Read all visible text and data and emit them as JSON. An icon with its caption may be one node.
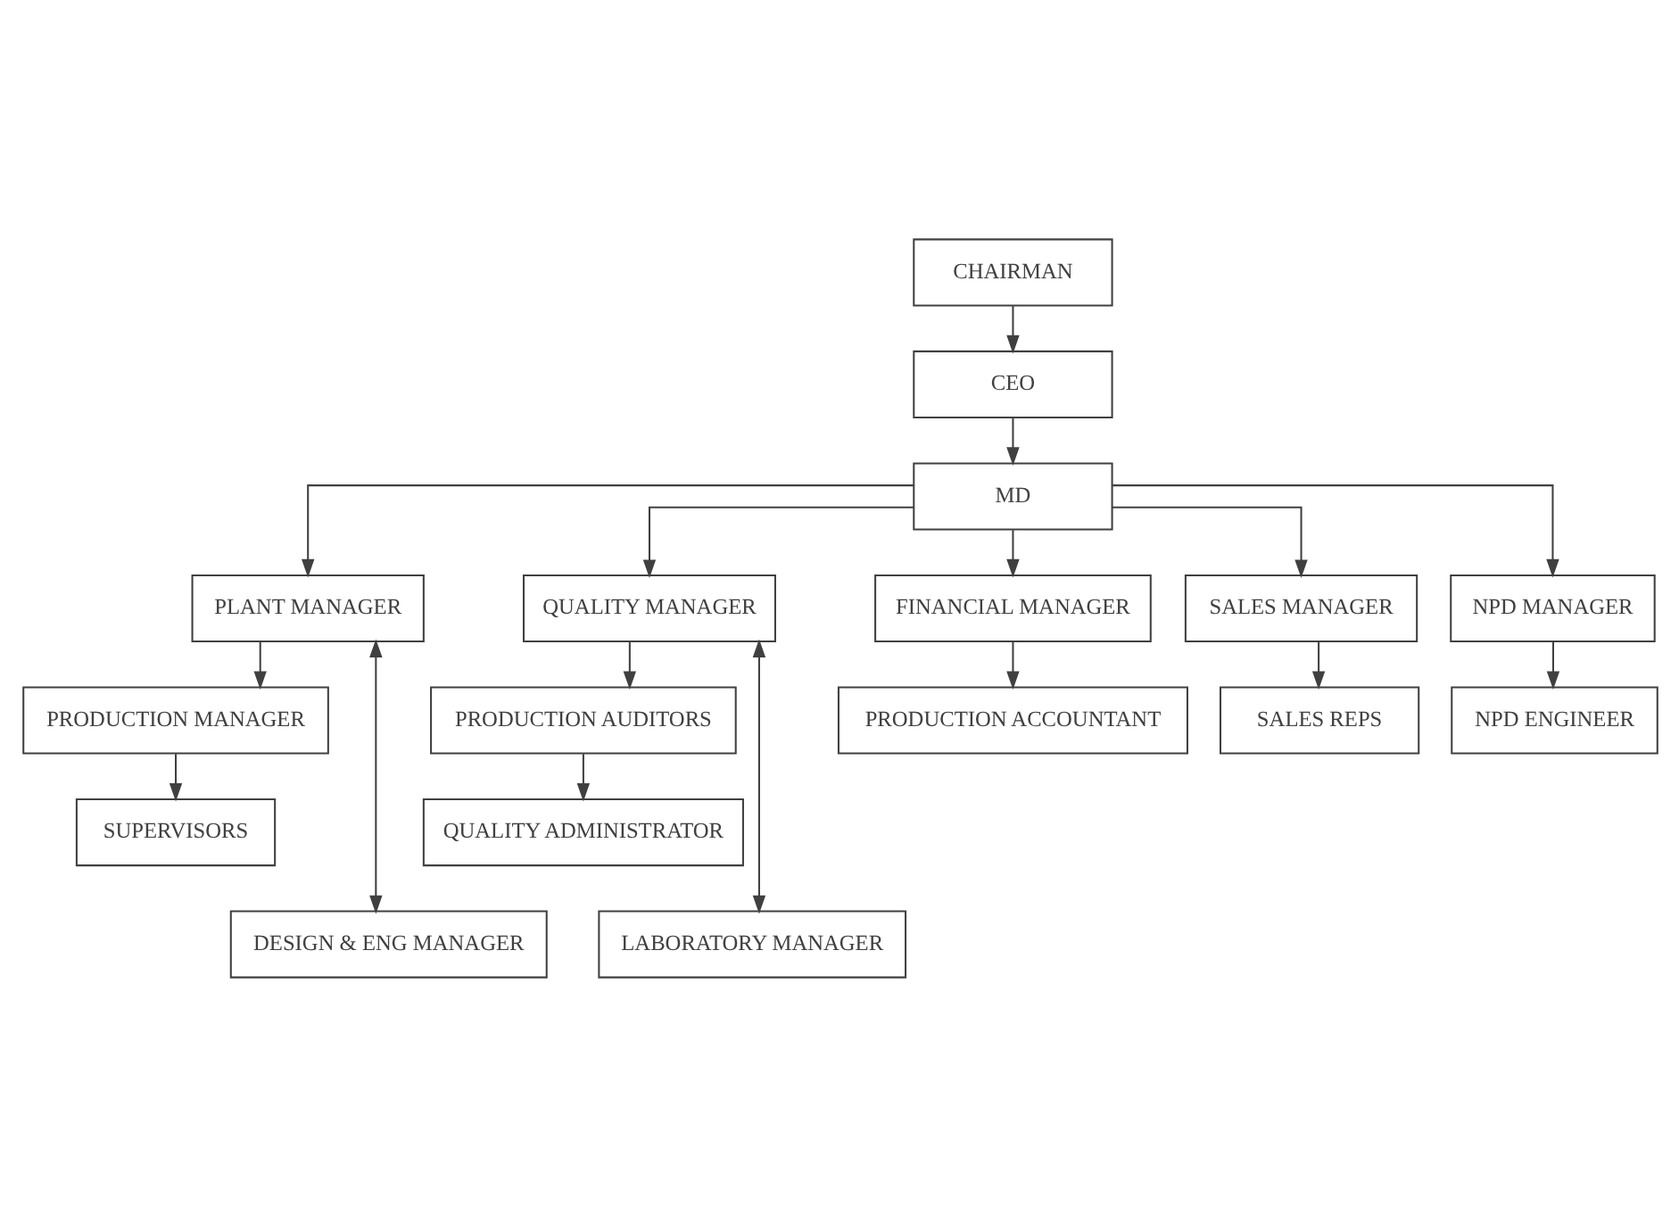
{
  "diagram": {
    "nodes": [
      {
        "text": [
          "CHAIRMAN"
        ]
      },
      {
        "text": [
          "CEO"
        ]
      },
      {
        "text": [
          "MD"
        ]
      },
      {
        "text": [
          "PLANT MANAGER"
        ]
      },
      {
        "text": [
          "QUALITY MANAGER"
        ]
      },
      {
        "text": [
          "FINANCIAL MANAGER"
        ]
      },
      {
        "text": [
          "SALES MANAGER"
        ]
      },
      {
        "text": [
          "NPD MANAGER"
        ]
      },
      {
        "text": [
          "PRODUCTION MANAGER"
        ]
      },
      {
        "text": [
          "PRODUCTION AUDITORS"
        ]
      },
      {
        "text": [
          "PRODUCTION ACCOUNTANT"
        ]
      },
      {
        "text": [
          "SALES REPS"
        ]
      },
      {
        "text": [
          "NPD ENGINEER"
        ]
      },
      {
        "text": [
          "SUPERVISORS"
        ]
      },
      {
        "text": [
          "QUALITY ADMINISTRATOR"
        ]
      },
      {
        "text": [
          "DESIGN & ENG MANAGER"
        ]
      },
      {
        "text": [
          "LABORATORY MANAGER"
        ]
      }
    ],
    "edges": [
      {
        "from": 0,
        "to": 1,
        "arrow": "to"
      },
      {
        "from": 1,
        "to": 2,
        "arrow": "to"
      },
      {
        "from": 2,
        "to": 3,
        "arrow": "to"
      },
      {
        "from": 2,
        "to": 4,
        "arrow": "to"
      },
      {
        "from": 2,
        "to": 5,
        "arrow": "to"
      },
      {
        "from": 2,
        "to": 6,
        "arrow": "to"
      },
      {
        "from": 2,
        "to": 7,
        "arrow": "to"
      },
      {
        "from": 3,
        "to": 8,
        "arrow": "to"
      },
      {
        "from": 4,
        "to": 9,
        "arrow": "to"
      },
      {
        "from": 5,
        "to": 10,
        "arrow": "to"
      },
      {
        "from": 6,
        "to": 11,
        "arrow": "to"
      },
      {
        "from": 7,
        "to": 12,
        "arrow": "to"
      },
      {
        "from": 8,
        "to": 13,
        "arrow": "to"
      },
      {
        "from": 9,
        "to": 14,
        "arrow": "to"
      },
      {
        "from": 3,
        "to": 15,
        "arrow": "both"
      },
      {
        "from": 4,
        "to": 16,
        "arrow": "both"
      }
    ]
  }
}
